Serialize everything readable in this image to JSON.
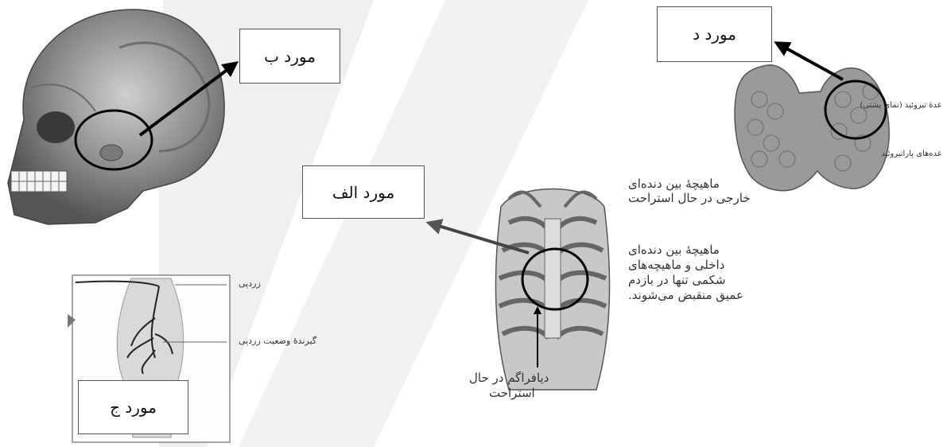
{
  "labels": {
    "b": "مورد ب",
    "d": "مورد د",
    "alef": "مورد الف",
    "jim": "مورد ج"
  },
  "thyroid": {
    "gland_label": "غدهٔ تیروئید (نمای پشتی)",
    "parathyroid_label": "غده‌های پاراتیروئید"
  },
  "ribcage": {
    "external_label_1": "ماهیچهٔ بین دنده‌ای",
    "external_label_2": "خارجی در حال استراحت",
    "internal_label_1": "ماهیچهٔ بین دنده‌ای",
    "internal_label_2": "داخلی و ماهیچه‌های",
    "internal_label_3": "شکمی تنها در بازدم",
    "internal_label_4": "عمیق منقبض می‌شوند.",
    "diaphragm_label_1": "دیافراگم در حال",
    "diaphragm_label_2": "استراحت"
  },
  "tendon": {
    "tendon_label": "زردپی",
    "receptor_label": "گیرندهٔ وضعیت زردپی"
  }
}
